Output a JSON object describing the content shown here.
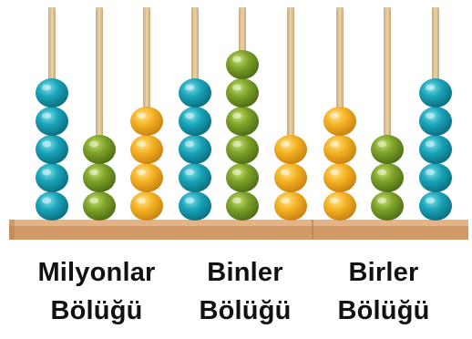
{
  "colors": {
    "teal": "#1aa4b8",
    "green": "#7ea32a",
    "yellow": "#f4b324",
    "rod": "#e3c596",
    "base": "#dca877"
  },
  "abacus": {
    "rods": [
      {
        "name": "rod-hundred-millions",
        "beads": 5,
        "color": "teal"
      },
      {
        "name": "rod-ten-millions",
        "beads": 3,
        "color": "green"
      },
      {
        "name": "rod-millions",
        "beads": 4,
        "color": "yellow"
      },
      {
        "name": "rod-hundred-thousands",
        "beads": 5,
        "color": "teal"
      },
      {
        "name": "rod-ten-thousands",
        "beads": 6,
        "color": "green"
      },
      {
        "name": "rod-thousands",
        "beads": 3,
        "color": "yellow"
      },
      {
        "name": "rod-hundreds",
        "beads": 4,
        "color": "yellow"
      },
      {
        "name": "rod-tens",
        "beads": 3,
        "color": "green"
      },
      {
        "name": "rod-ones",
        "beads": 5,
        "color": "teal"
      }
    ]
  },
  "groups": [
    {
      "line1": "Milyonlar",
      "line2": "Bölüğü"
    },
    {
      "line1": "Binler",
      "line2": "Bölüğü"
    },
    {
      "line1": "Birler",
      "line2": "Bölüğü"
    }
  ]
}
